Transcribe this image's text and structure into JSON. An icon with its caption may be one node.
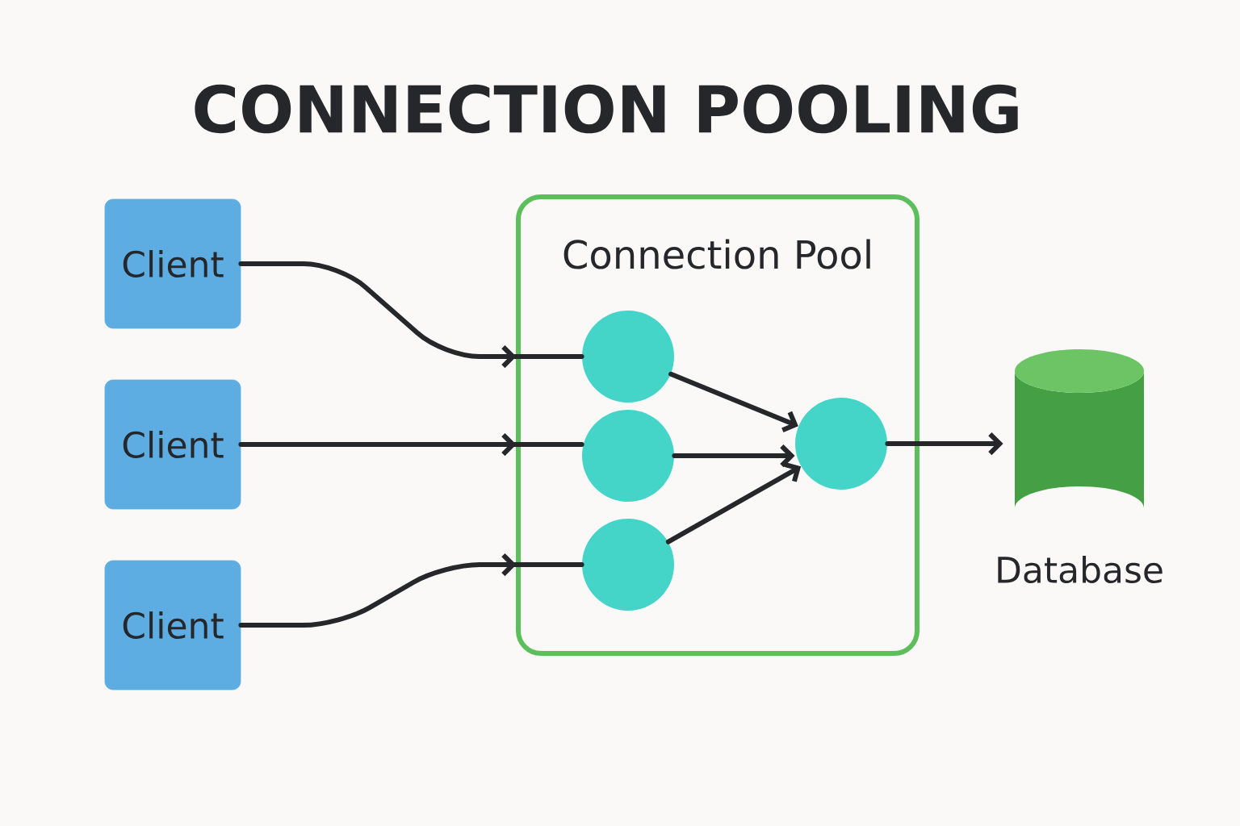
{
  "diagram": {
    "title": "CONNECTION POOLING",
    "nodes": [
      {
        "text": [
          "Client"
        ]
      },
      {
        "text": [
          "Client"
        ]
      },
      {
        "text": [
          "Client"
        ]
      },
      {
        "text": [
          "Connection Pool"
        ]
      },
      {
        "text": [],
        "shape": "circle",
        "in": 3
      },
      {
        "text": [],
        "shape": "circle",
        "in": 3
      },
      {
        "text": [],
        "shape": "circle",
        "in": 3
      },
      {
        "text": [],
        "shape": "circle",
        "in": 3
      },
      {
        "text": [
          "Database"
        ]
      }
    ],
    "edges": [
      {
        "from": 0,
        "to": 4,
        "arrow": "to"
      },
      {
        "from": 1,
        "to": 5,
        "arrow": "to"
      },
      {
        "from": 2,
        "to": 6,
        "arrow": "to"
      },
      {
        "from": 4,
        "to": 7,
        "arrow": "to"
      },
      {
        "from": 5,
        "to": 7,
        "arrow": "to"
      },
      {
        "from": 6,
        "to": 7,
        "arrow": "to"
      },
      {
        "from": 7,
        "to": 8,
        "arrow": "to"
      }
    ]
  }
}
